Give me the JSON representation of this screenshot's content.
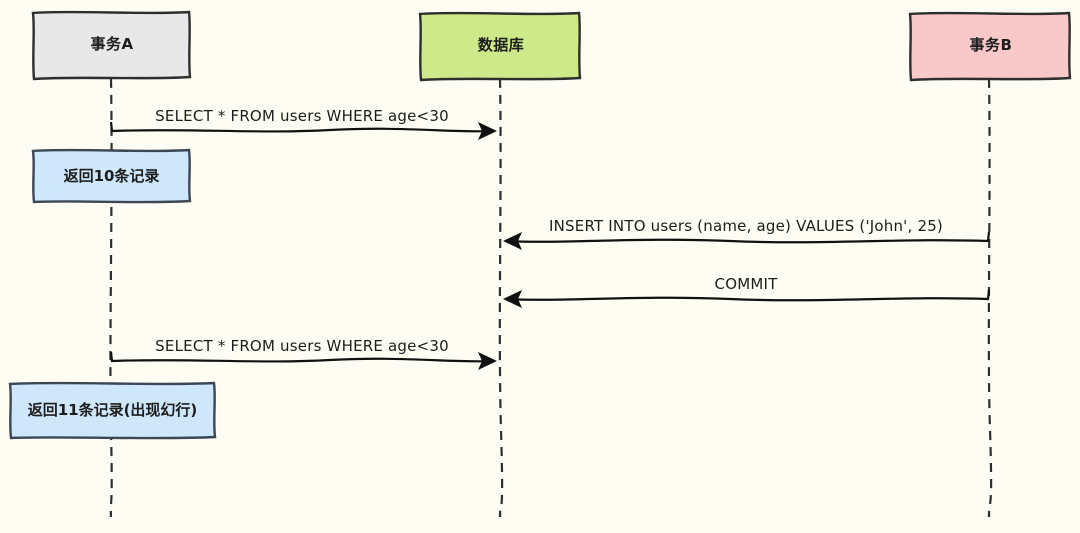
{
  "diagram": {
    "type": "sequence-diagram",
    "actors": [
      {
        "id": "transaction-a",
        "label": "事务A",
        "fill": "#e8e8e8"
      },
      {
        "id": "database",
        "label": "数据库",
        "fill": "#cde989"
      },
      {
        "id": "transaction-b",
        "label": "事务B",
        "fill": "#f9c9c9"
      }
    ],
    "messages": [
      {
        "from": "transaction-a",
        "to": "database",
        "label": "SELECT * FROM users WHERE age<30"
      },
      {
        "from": "transaction-b",
        "to": "database",
        "label": "INSERT INTO users (name, age) VALUES ('John', 25)"
      },
      {
        "from": "transaction-b",
        "to": "database",
        "label": "COMMIT"
      },
      {
        "from": "transaction-a",
        "to": "database",
        "label": "SELECT * FROM users WHERE age<30"
      }
    ],
    "notes": [
      {
        "over": "transaction-a",
        "label": "返回10条记录",
        "fill": "#cfe7fb"
      },
      {
        "over": "transaction-a",
        "label": "返回11条记录(出现幻行)",
        "fill": "#cfe7fb"
      }
    ],
    "colors": {
      "background": "#fdfdf4",
      "stroke": "#2e2e2e",
      "line": "#111111",
      "note_fill": "#cfe7fb"
    }
  }
}
